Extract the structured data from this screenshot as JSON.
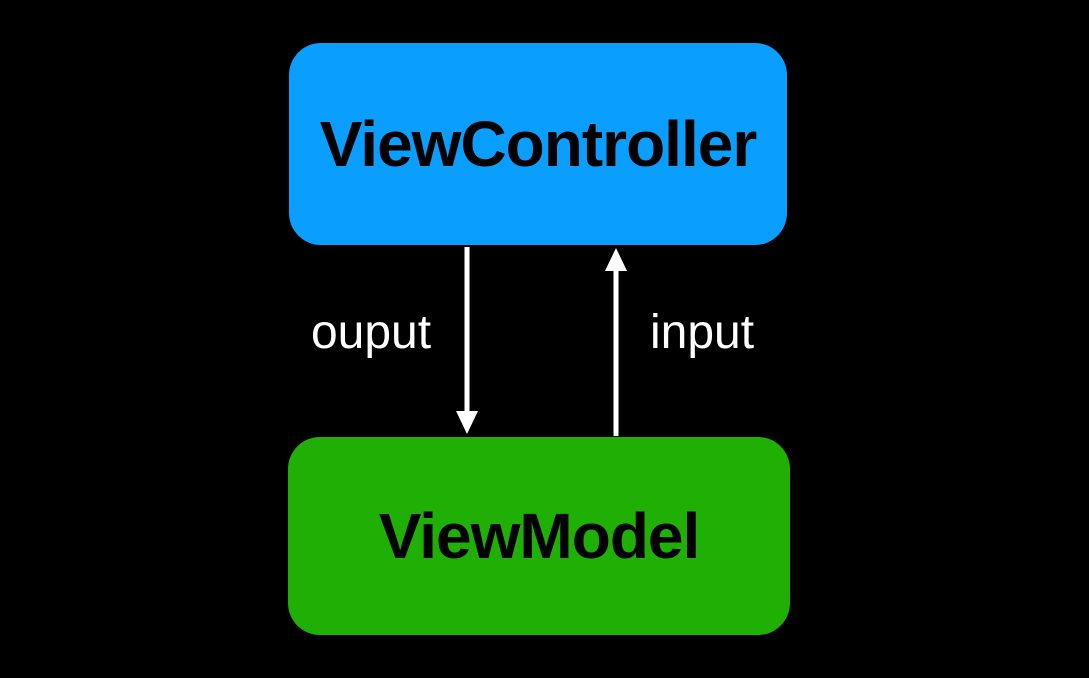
{
  "diagram": {
    "background_color": "#000000",
    "nodes": [
      {
        "id": "view-controller",
        "label": "ViewController",
        "fill_color": "#0A9FFF",
        "text_color": "#000000"
      },
      {
        "id": "view-model",
        "label": "ViewModel",
        "fill_color": "#20B005",
        "text_color": "#000000"
      }
    ],
    "edges": [
      {
        "id": "output-edge",
        "label": "ouput",
        "from": "view-controller",
        "to": "view-model",
        "direction": "down",
        "color": "#FFFFFF"
      },
      {
        "id": "input-edge",
        "label": "input",
        "from": "view-model",
        "to": "view-controller",
        "direction": "up",
        "color": "#FFFFFF"
      }
    ]
  }
}
